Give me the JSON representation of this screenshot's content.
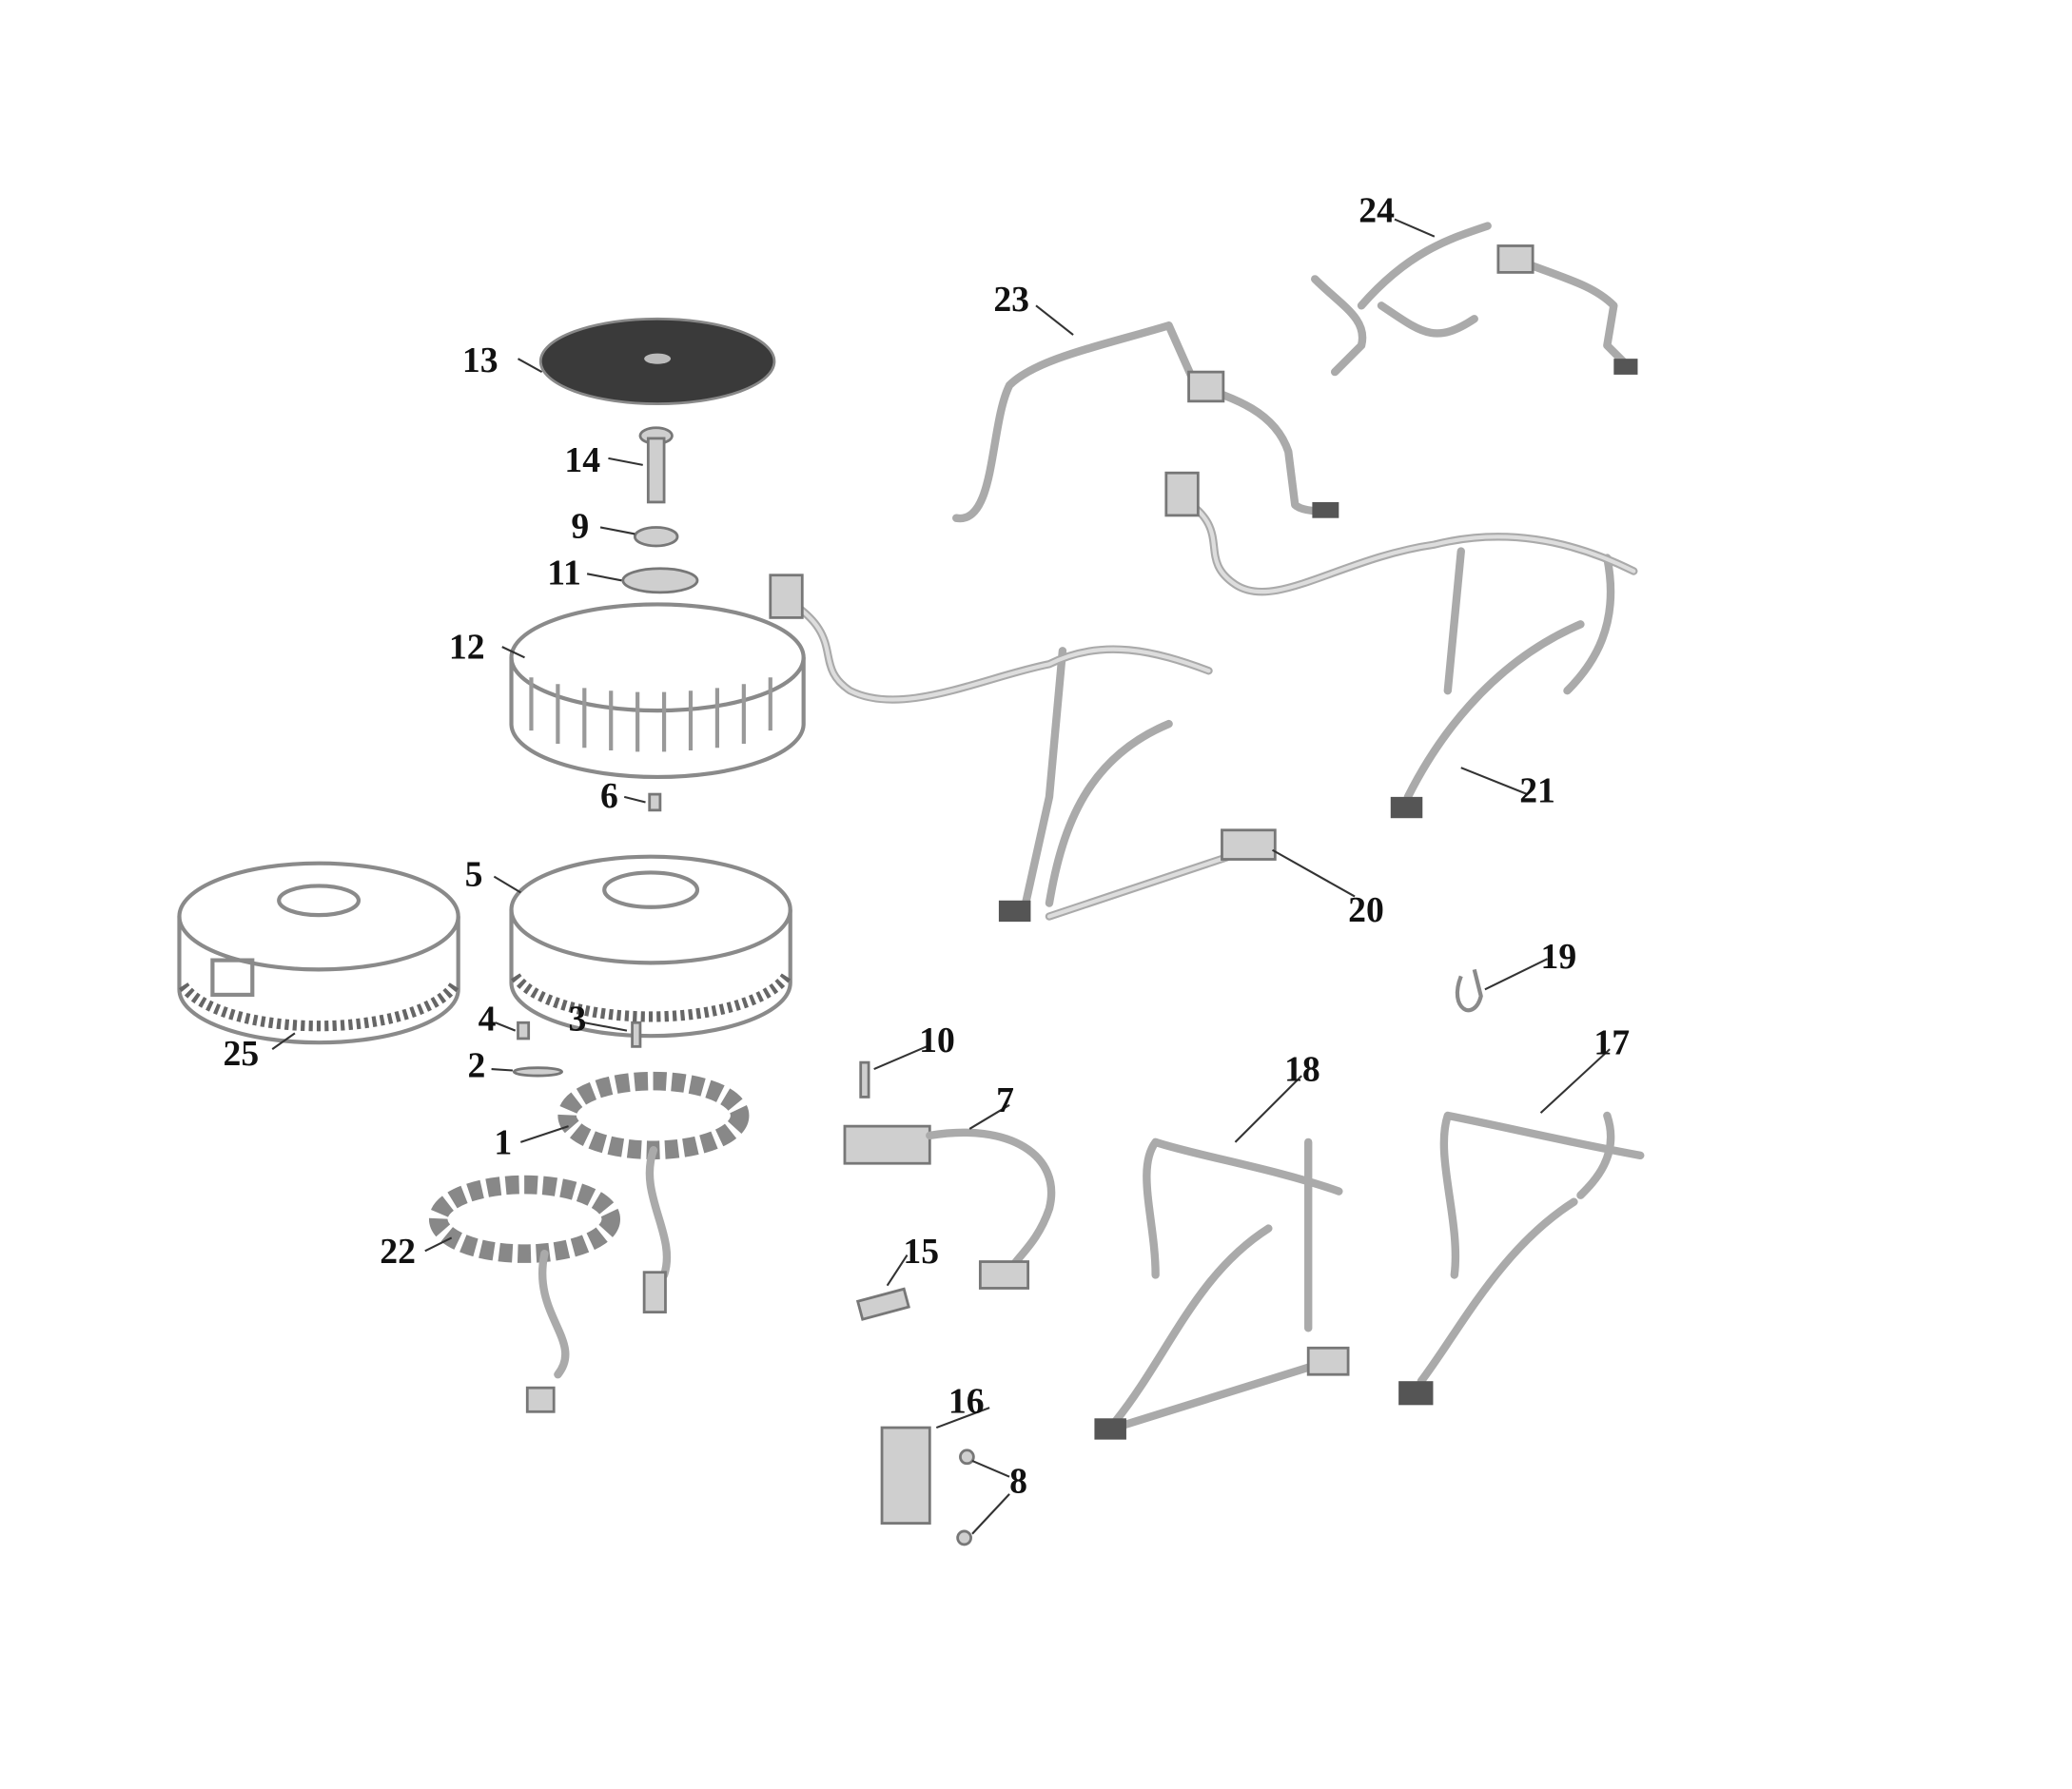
{
  "diagram": {
    "labels": {
      "p1": "1",
      "p2": "2",
      "p3": "3",
      "p4": "4",
      "p5": "5",
      "p6": "6",
      "p7": "7",
      "p8": "8",
      "p9": "9",
      "p10": "10",
      "p11": "11",
      "p12": "12",
      "p13": "13",
      "p14": "14",
      "p15": "15",
      "p16": "16",
      "p17": "17",
      "p18": "18",
      "p19": "19",
      "p20": "20",
      "p21": "21",
      "p22": "22",
      "p23": "23",
      "p24": "24",
      "p25": "25"
    }
  }
}
